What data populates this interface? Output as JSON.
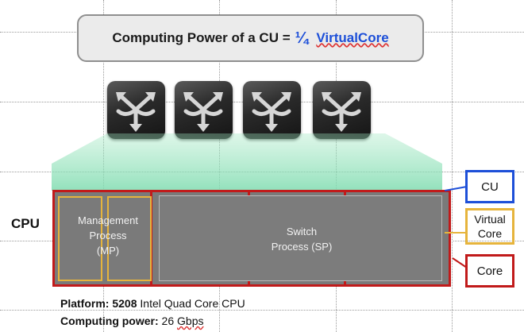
{
  "title": {
    "prefix": "Computing Power of a CU = ",
    "fraction": "¼",
    "term": "VirtualCore"
  },
  "icons": [
    "router-icon",
    "router-icon",
    "router-icon",
    "router-icon"
  ],
  "cpu_label": "CPU",
  "chip": {
    "mp_label": "Management Process (MP)",
    "mp_line1": "Management",
    "mp_line2": "Process",
    "mp_line3": "(MP)",
    "sp_line1": "Switch",
    "sp_line2": "Process (SP)"
  },
  "legend": {
    "cu": "CU",
    "virtual_line1": "Virtual",
    "virtual_line2": "Core",
    "core": "Core"
  },
  "colors": {
    "cu": "#1d4fd8",
    "virtual_core": "#e6b43c",
    "core": "#c11a1a"
  },
  "footer": {
    "platform_label": "Platform:",
    "platform_model": "5208",
    "platform_desc": "Intel Quad Core CPU",
    "power_label": "Computing power:",
    "power_num": "26",
    "power_unit": "Gbps"
  }
}
